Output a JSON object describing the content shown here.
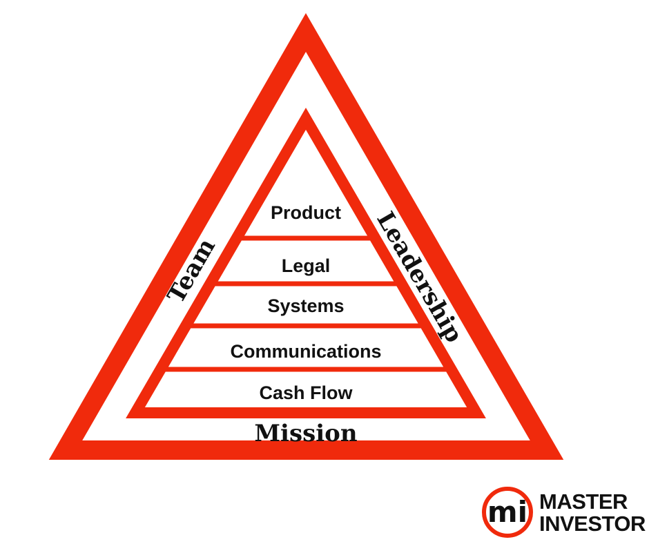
{
  "colors": {
    "outline": "#f02a0c",
    "text": "#111111",
    "background": "#ffffff"
  },
  "pyramid": {
    "levels": [
      {
        "label": "Product"
      },
      {
        "label": "Legal"
      },
      {
        "label": "Systems"
      },
      {
        "label": "Communications"
      },
      {
        "label": "Cash Flow"
      }
    ],
    "sides": {
      "left": "Team",
      "right": "Leadership",
      "bottom": "Mission"
    }
  },
  "logo": {
    "mark": "mi",
    "line1": "MASTER",
    "line2": "INVESTOR",
    "icon": "master-investor-logo-icon"
  }
}
